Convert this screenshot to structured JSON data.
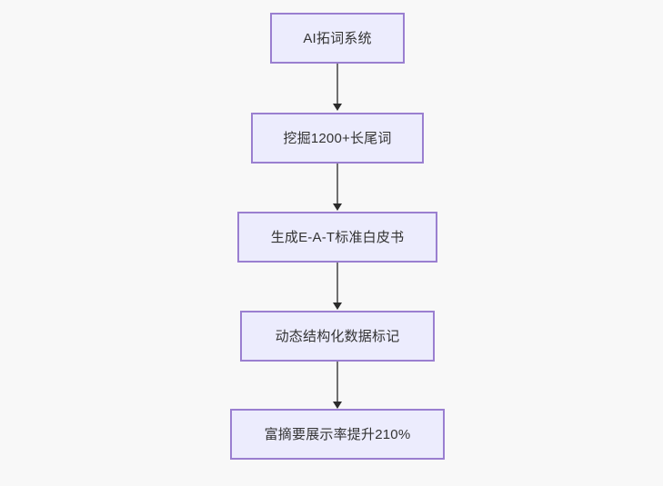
{
  "diagram": {
    "title": "AI SEO flow",
    "background_color": "#f8f8f8",
    "node_fill_color": "#ececfd",
    "node_border_color": "#9a7fd0",
    "edge_color": "#707070",
    "arrow_color": "#2b2b2b",
    "text_color": "#333333",
    "orientation": "top-to-bottom",
    "nodes": [
      {
        "id": "n1",
        "label": "AI拓词系统"
      },
      {
        "id": "n2",
        "label": "挖掘1200+长尾词"
      },
      {
        "id": "n3",
        "label": "生成E-A-T标准白皮书"
      },
      {
        "id": "n4",
        "label": "动态结构化数据标记"
      },
      {
        "id": "n5",
        "label": "富摘要展示率提升210%"
      }
    ],
    "edges": [
      {
        "from": "n1",
        "to": "n2"
      },
      {
        "from": "n2",
        "to": "n3"
      },
      {
        "from": "n3",
        "to": "n4"
      },
      {
        "from": "n4",
        "to": "n5"
      }
    ]
  }
}
